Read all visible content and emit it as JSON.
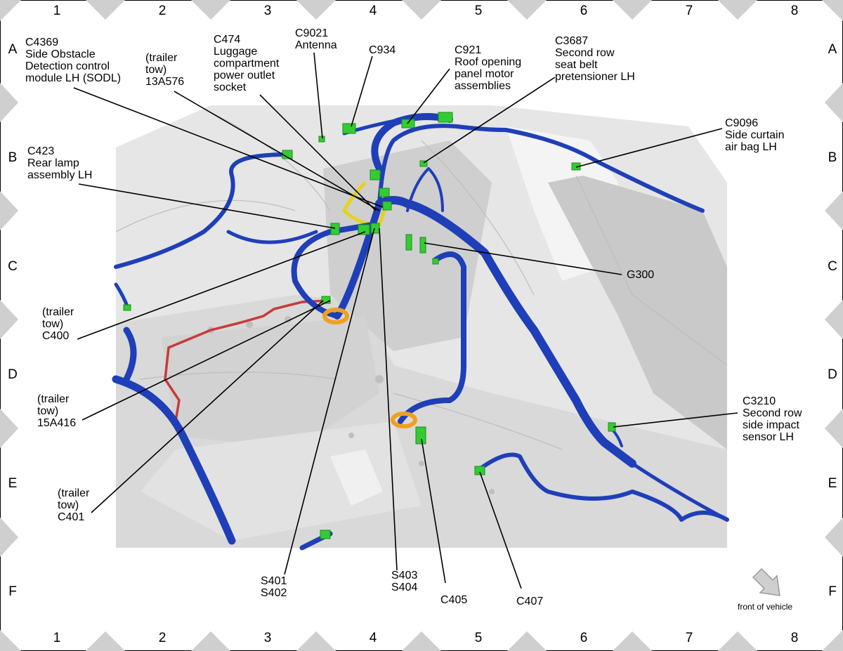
{
  "grid": {
    "columns": [
      "1",
      "2",
      "3",
      "4",
      "5",
      "6",
      "7",
      "8"
    ],
    "rows": [
      "A",
      "B",
      "C",
      "D",
      "E",
      "F"
    ]
  },
  "callouts": {
    "c4369": "C4369\nSide Obstacle\nDetection control\nmodule LH (SODL)",
    "tt_13a576": "(trailer\ntow)\n13A576",
    "c474": "C474\nLuggage\ncompartment\npower outlet\nsocket",
    "c9021": "C9021\nAntenna",
    "c934": "C934",
    "c921": "C921\nRoof opening\npanel motor\nassemblies",
    "c3687": "C3687\nSecond row\nseat belt\npretensioner LH",
    "c9096": "C9096\nSide curtain\nair bag LH",
    "c423": "C423\nRear lamp\nassembly LH",
    "g300": "G300",
    "c400": "(trailer\ntow)\nC400",
    "tt_15a416": "(trailer\ntow)\n15A416",
    "c3210": "C3210\nSecond row\nside impact\nsensor LH",
    "c401": "(trailer\ntow)\nC401",
    "s401_402": "S401\nS402",
    "s403_404": "S403\nS404",
    "c405": "C405",
    "c407": "C407",
    "front": "front of vehicle"
  },
  "colors": {
    "harness": "#1f3fb8",
    "connector": "#33cc33",
    "trailer_wire": "#d94040",
    "yellow_wire": "#e6d21e",
    "grommet": "#f0a020",
    "body": "#dcdcdc"
  }
}
